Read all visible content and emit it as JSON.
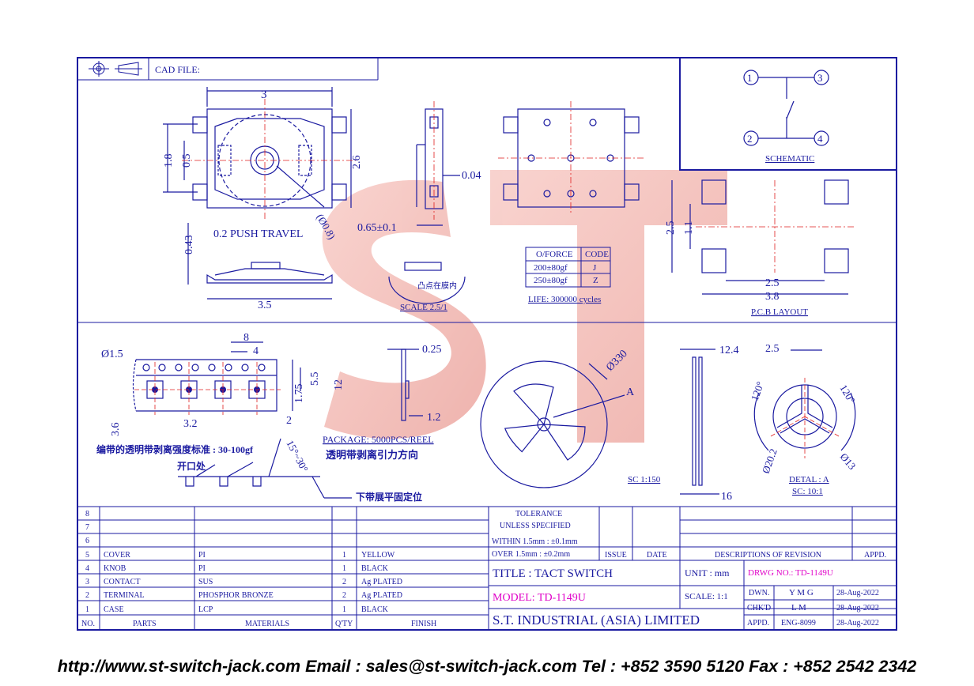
{
  "header": {
    "cad_file_label": "CAD FILE:"
  },
  "brand_watermark": "ST",
  "dimensions": {
    "top_width": "3",
    "height_1_8": "1.8",
    "height_0_5": "0.5",
    "height_2_6": "2.6",
    "diameter_0_8": "(Ø0.8)",
    "push_travel": "0.2 PUSH TRAVEL",
    "side_043": "0.43",
    "base_width": "3.5",
    "thickness_004": "0.04",
    "stem_065": "0.65±0.1",
    "pcb_2_5v": "2.5",
    "pcb_1_1": "1.1",
    "pcb_2_5h": "2.5",
    "pcb_3_8": "3.8",
    "tape_pitch_8": "8",
    "tape_4": "4",
    "tape_dia_15": "Ø1.5",
    "tape_5_5": "5.5",
    "tape_12": "12",
    "tape_1_75": "1.75",
    "tape_3_6": "3.6",
    "tape_3_2": "3.2",
    "tape_2": "2",
    "tape_025": "0.25",
    "tape_12b": "1.2",
    "angle_15_30": "15°~30°",
    "reel_330": "Ø330",
    "reel_a": "A",
    "reel_12_4": "12.4",
    "reel_16": "16",
    "detail_2_5": "2.5",
    "detail_120a": "120°",
    "detail_120b": "120°",
    "detail_20_2": "Ø20.2",
    "detail_13": "Ø13"
  },
  "labels": {
    "bump_note": "凸点在膜内",
    "scale_25": "SCALE 2.5/1",
    "life": "LIFE: 300000 cycles",
    "pcb_layout": "P.C.B LAYOUT",
    "schematic": "SCHEMATIC",
    "package": "PACKAGE: 5000PCS/REEL",
    "peel_direction": "透明带剥离引力方向",
    "peel_strength": "编带的透明带剥离强度标准 : 30-100gf",
    "opening": "开口处",
    "bottom_fix": "下带展平固定位",
    "sc_150": "SC 1:150",
    "detail_a": "DETAL : A",
    "sc_101": "SC: 10:1"
  },
  "schematic_pins": [
    "1",
    "3",
    "2",
    "4"
  ],
  "force_table": {
    "headers": [
      "O/FORCE",
      "CODE"
    ],
    "rows": [
      [
        "200±80gf",
        "J"
      ],
      [
        "250±80gf",
        "Z"
      ]
    ]
  },
  "bom": {
    "headers": {
      "no": "NO.",
      "parts": "PARTS",
      "materials": "MATERIALS",
      "qty": "Q'TY",
      "finish": "FINISH"
    },
    "rows": [
      {
        "no": "8",
        "part": "",
        "material": "",
        "qty": "",
        "finish": ""
      },
      {
        "no": "7",
        "part": "",
        "material": "",
        "qty": "",
        "finish": ""
      },
      {
        "no": "6",
        "part": "",
        "material": "",
        "qty": "",
        "finish": ""
      },
      {
        "no": "5",
        "part": "COVER",
        "material": "PI",
        "qty": "1",
        "finish": "YELLOW"
      },
      {
        "no": "4",
        "part": "KNOB",
        "material": "PI",
        "qty": "1",
        "finish": "BLACK"
      },
      {
        "no": "3",
        "part": "CONTACT",
        "material": "SUS",
        "qty": "2",
        "finish": "Ag PLATED"
      },
      {
        "no": "2",
        "part": "TERMINAL",
        "material": "PHOSPHOR BRONZE",
        "qty": "2",
        "finish": "Ag PLATED"
      },
      {
        "no": "1",
        "part": "CASE",
        "material": "LCP",
        "qty": "1",
        "finish": "BLACK"
      }
    ]
  },
  "tolerance": {
    "line1": "TOLERANCE",
    "line2": "UNLESS   SPECIFIED",
    "within": "WITHIN  1.5mm : ±0.1mm",
    "over": "OVER     1.5mm : ±0.2mm"
  },
  "revision": {
    "issue": "ISSUE",
    "date": "DATE",
    "desc": "DESCRIPTIONS  OF  REVISION",
    "appd": "APPD."
  },
  "title_block": {
    "title": "TITLE : TACT SWITCH",
    "model": "MODEL: TD-1149U",
    "company": "S.T.  INDUSTRIAL  (ASIA)  LIMITED",
    "unit": "UNIT :   mm",
    "scale": "SCALE:   1:1",
    "drwg_no": "DRWG NO.: TD-1149U",
    "dwn_label": "DWN.",
    "dwn_value": "Y M G",
    "dwn_date": "28-Aug-2022",
    "chkd_label": "CHK'D",
    "chkd_value": "L M",
    "chkd_date": "28-Aug-2022",
    "appd_label": "APPD.",
    "appd_value": "ENG-8099",
    "appd_date": "28-Aug-2022"
  },
  "footer": "http://www.st-switch-jack.com  Email : sales@st-switch-jack.com  Tel : +852 3590 5120  Fax : +852 2542 2342",
  "colors": {
    "line": "#1a1aa0",
    "center": "#e02020",
    "magenta": "#e000c8",
    "watermark": "#e8605a"
  }
}
